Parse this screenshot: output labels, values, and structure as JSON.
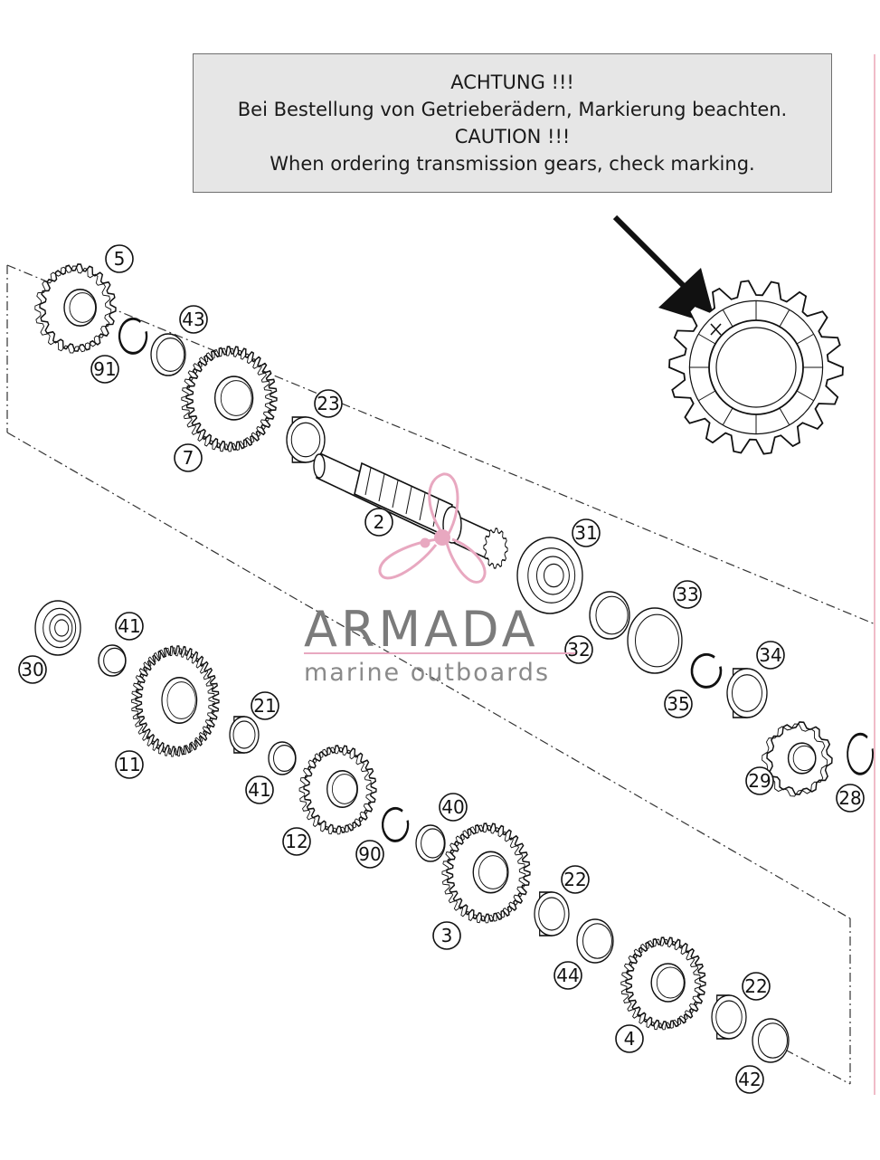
{
  "notice": {
    "line1": "ACHTUNG !!!",
    "line2": "Bei Bestellung von Getrieberädern, Markierung beachten.",
    "line3": "CAUTION !!!",
    "line4": "When ordering transmission gears, check marking."
  },
  "watermark": {
    "brand": "ARMADA",
    "tagline": "marine outboards"
  },
  "callouts": [
    "5",
    "43",
    "91",
    "7",
    "23",
    "2",
    "31",
    "33",
    "32",
    "34",
    "35",
    "29",
    "28",
    "30",
    "41",
    "11",
    "21",
    "41",
    "12",
    "90",
    "40",
    "3",
    "22",
    "44",
    "4",
    "22",
    "42"
  ],
  "colors": {
    "ink": "#111111",
    "box_fill": "#e6e6e6",
    "watermark_pink": "#e8a8c0",
    "watermark_grey": "#7b7b7b"
  }
}
